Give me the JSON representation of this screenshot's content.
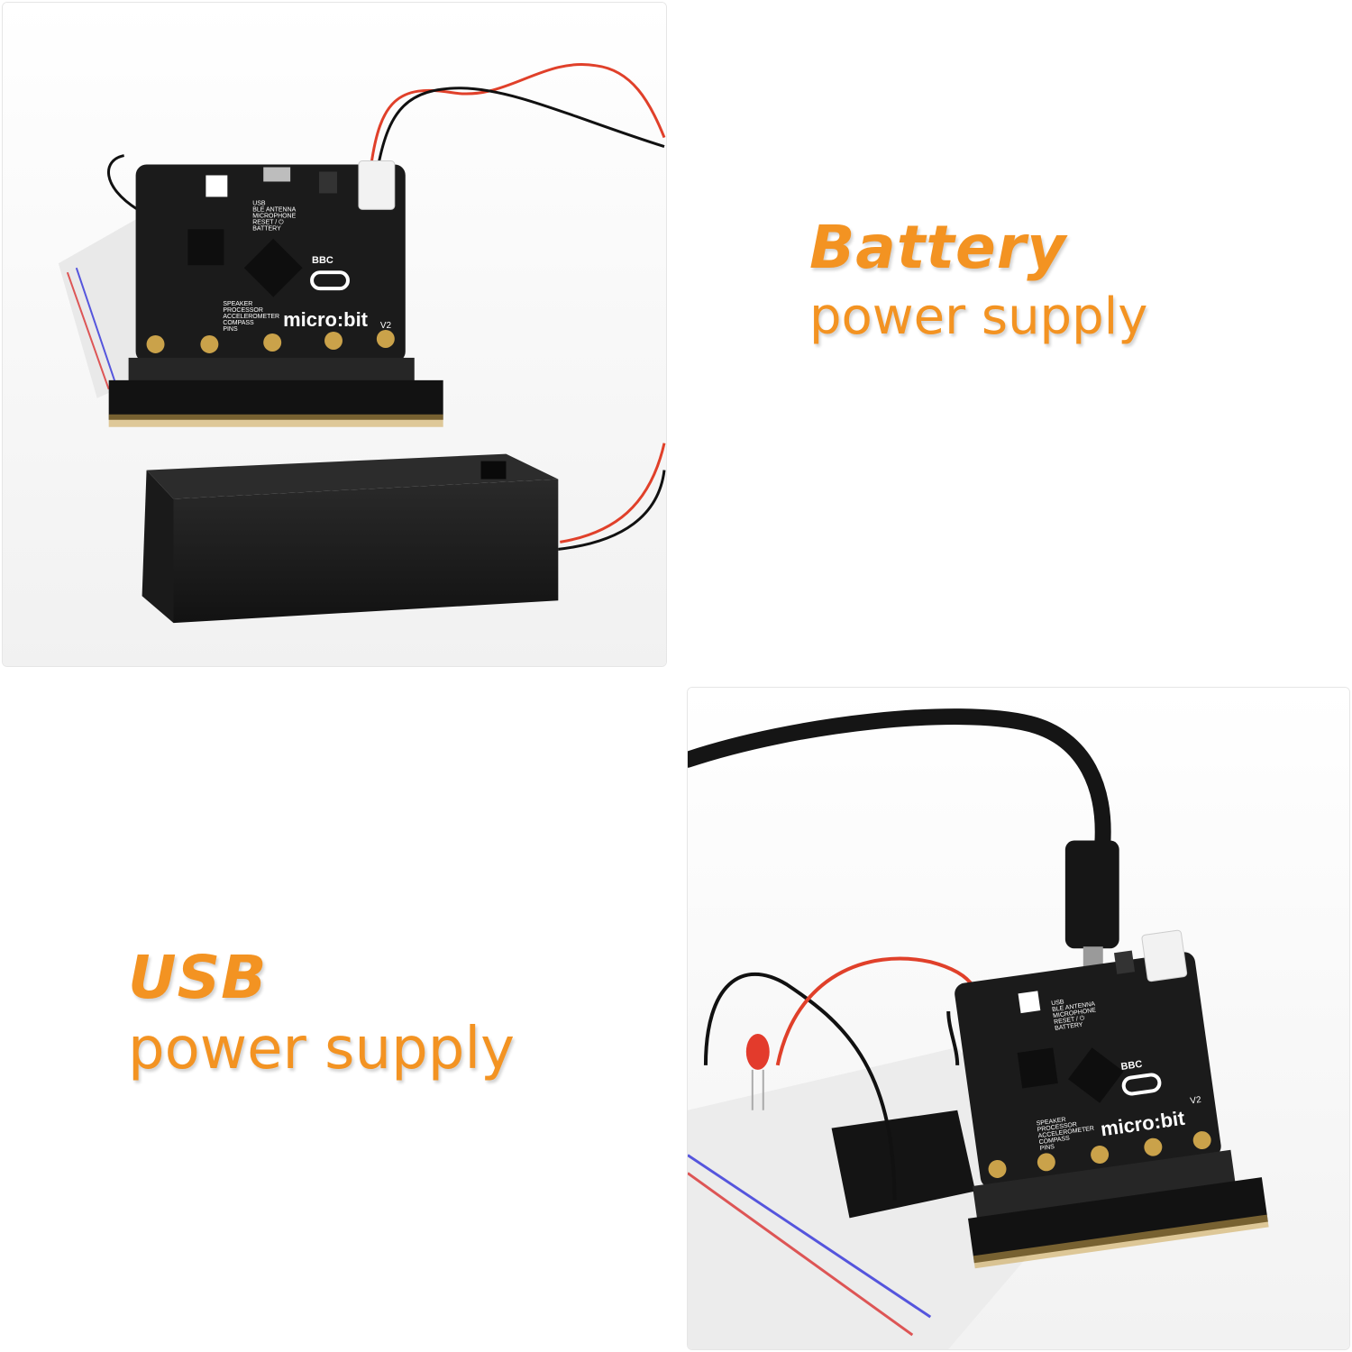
{
  "colors": {
    "accent": "#f39322",
    "pcb": "#1b1b1b",
    "gold": "#caa24a",
    "wire_red": "#e0402a",
    "wire_black": "#111111"
  },
  "battery_caption": {
    "title": "Battery",
    "subtitle": "power supply"
  },
  "usb_caption": {
    "title": "USB",
    "subtitle": "power supply"
  },
  "board": {
    "brand": "micro:bit",
    "maker": "BBC",
    "version": "V2",
    "features": [
      "USB",
      "BLE ANTENNA",
      "MICROPHONE",
      "RESET / ⏻",
      "BATTERY"
    ],
    "features_lower": [
      "SPEAKER",
      "PROCESSOR",
      "ACCELEROMETER",
      "COMPASS",
      "PINS"
    ]
  }
}
